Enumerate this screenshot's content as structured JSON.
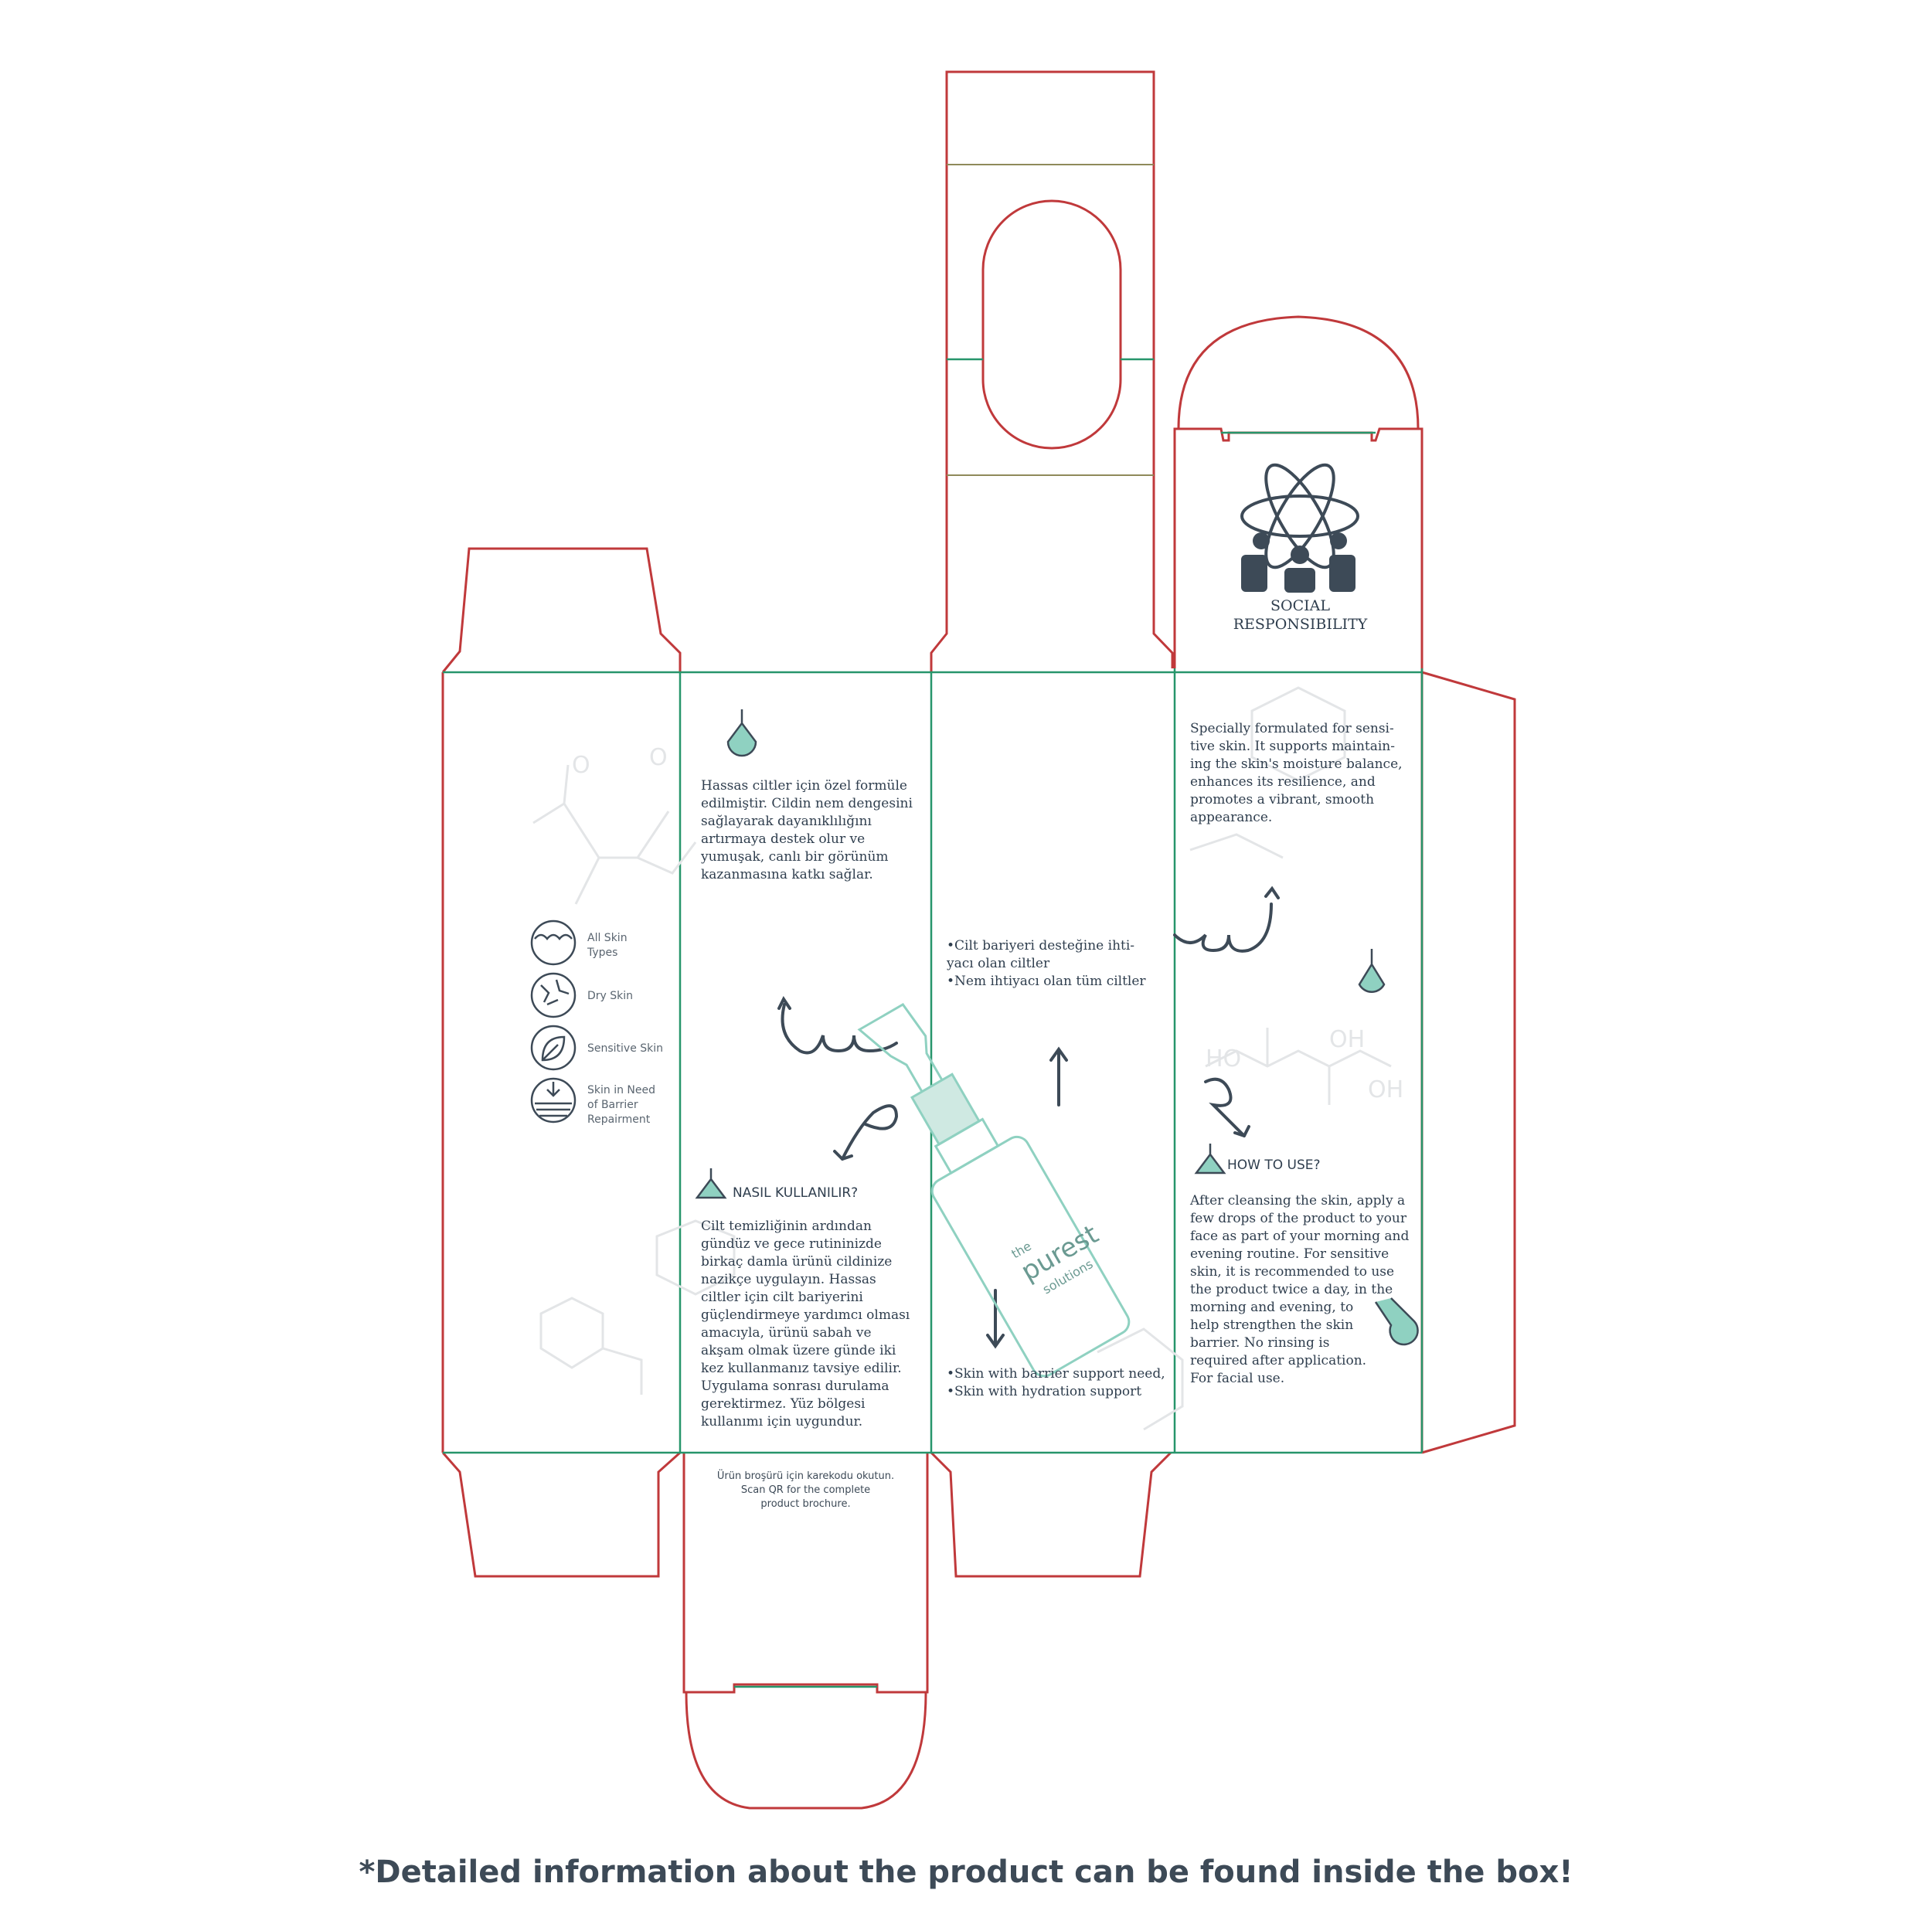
{
  "panels": {
    "side_left": {
      "skin_types": [
        {
          "icon": "all-skin-types-icon",
          "label_line1": "All Skin",
          "label_line2": "Types",
          "label_line3": ""
        },
        {
          "icon": "dry-skin-icon",
          "label_line1": "Dry Skin",
          "label_line2": "",
          "label_line3": ""
        },
        {
          "icon": "sensitive-skin-icon",
          "label_line1": "Sensitive Skin",
          "label_line2": "",
          "label_line3": ""
        },
        {
          "icon": "barrier-repair-icon",
          "label_line1": "Skin in Need",
          "label_line2": "of Barrier",
          "label_line3": "Repairment"
        }
      ]
    },
    "back_tr": {
      "description": [
        "Hassas ciltler için özel formüle",
        "edilmiştir. Cildin nem dengesini",
        "sağlayarak dayanıklılığını",
        "artırmaya destek olur ve",
        "yumuşak, canlı bir görünüm",
        "kazanmasına katkı sağlar."
      ],
      "howto_heading": "NASIL KULLANILIR?",
      "howto": [
        "Cilt temizliğinin ardından",
        "gündüz ve gece rutininizde",
        "birkaç damla ürünü cildinize",
        "nazikçe uygulayın. Hassas",
        "ciltler için cilt bariyerini",
        "güçlendirmeye yardımcı olması",
        "amacıyla, ürünü sabah ve",
        "akşam olmak üzere günde iki",
        "kez kullanmanız tavsiye edilir.",
        "Uygulama sonrası durulama",
        "gerektirmez. Yüz bölgesi",
        "kullanımı için uygundur."
      ],
      "qr_line1": "Ürün broşürü için karekodu okutun.",
      "qr_line2": "Scan QR for the complete",
      "qr_line3": "product brochure."
    },
    "front": {
      "bullets_tr": [
        "•Cilt bariyeri desteğine ihti-",
        "yacı olan ciltler",
        "•Nem ihtiyacı olan tüm ciltler"
      ],
      "brand_the": "the",
      "brand_purest": "purest",
      "brand_solutions": "solutions",
      "bullets_en": [
        "•Skin with barrier support need,",
        "•Skin with hydration support"
      ]
    },
    "back_en": {
      "social_line1": "SOCIAL",
      "social_line2": "RESPONSIBILITY",
      "description": [
        "Specially formulated for sensi-",
        "tive skin. It supports maintain-",
        "ing the skin's moisture balance,",
        "enhances its resilience, and",
        "promotes a vibrant, smooth",
        "appearance."
      ],
      "howto_heading": "HOW TO USE?",
      "howto": [
        "After cleansing the skin, apply a",
        "few drops of the product to your",
        "face as part of your morning and",
        "evening routine. For sensitive",
        "skin, it is recommended to use",
        "the product twice a day, in the",
        "morning and evening, to",
        "help strengthen the skin",
        "barrier. No rinsing is",
        "required after application.",
        "For facial use."
      ]
    }
  },
  "footer_note": "*Detailed information about the product can be found inside the box!",
  "colors": {
    "cut_line": "#c0392b",
    "fold_line": "#27956b",
    "text": "#2f3e4e",
    "accent": "#8fd1c1"
  }
}
